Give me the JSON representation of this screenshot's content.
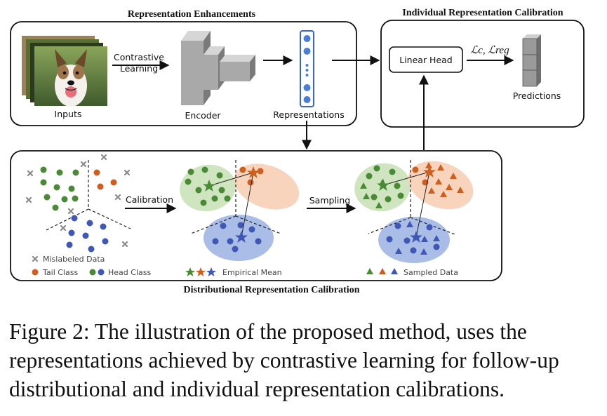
{
  "sections": {
    "enhancement_title": "Representation Enhancements",
    "calibration_title": "Individual Representation Calibration",
    "distribution_title": "Distributional Representation Calibration"
  },
  "enhance": {
    "inputs_label": "Inputs",
    "contrastive_line1": "Contrastive",
    "contrastive_line2": "Learning",
    "encoder_label": "Encoder",
    "representations_label": "Representations"
  },
  "individual": {
    "linear_head_label": "Linear Head",
    "loss_label": "ℒc, ℒreg",
    "predictions_label": "Predictions"
  },
  "distribution": {
    "calibration_label": "Calibration",
    "sampling_label": "Sampling",
    "legend": {
      "mislabeled": "Mislabeled Data",
      "tail_class": "Tail Class",
      "head_class": "Head Class",
      "empirical_mean": "Empirical Mean",
      "sampled_data": "Sampled Data"
    }
  },
  "colors": {
    "green": "#4a8a36",
    "orange": "#cf5f1f",
    "blue": "#3f57b5",
    "green_bg": "#cfe5c0",
    "orange_bg": "#f8d4bd",
    "blue_bg": "#a9bde6",
    "cross": "#8a8a8a"
  },
  "caption": "Figure 2: The illustration of the proposed method, uses the representations achieved by contrastive learning for follow-up distributional and individual representation calibrations."
}
